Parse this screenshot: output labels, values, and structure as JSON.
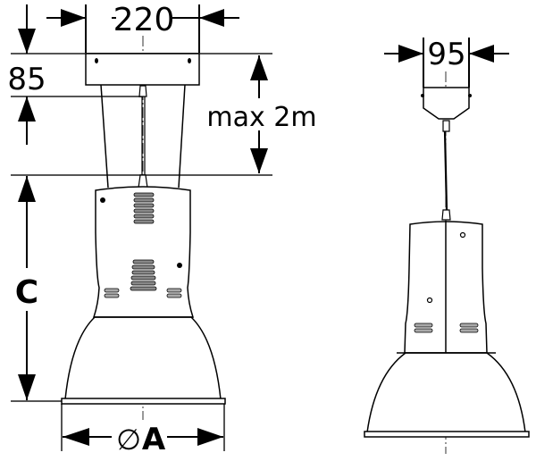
{
  "diagram": {
    "type": "technical-dimension-drawing",
    "subject": "pendant lamp (high bay luminaire)",
    "views": [
      {
        "name": "front-view",
        "dimensions": {
          "canopy_width": "220",
          "canopy_height": "85",
          "suspension_length": "max 2m",
          "body_height": "C",
          "reflector_diameter_symbol": "∅",
          "reflector_diameter": "A"
        }
      },
      {
        "name": "side-view",
        "dimensions": {
          "canopy_width": "95"
        }
      }
    ]
  },
  "colors": {
    "line": "#000000",
    "vent": "#808080",
    "background": "#ffffff"
  }
}
